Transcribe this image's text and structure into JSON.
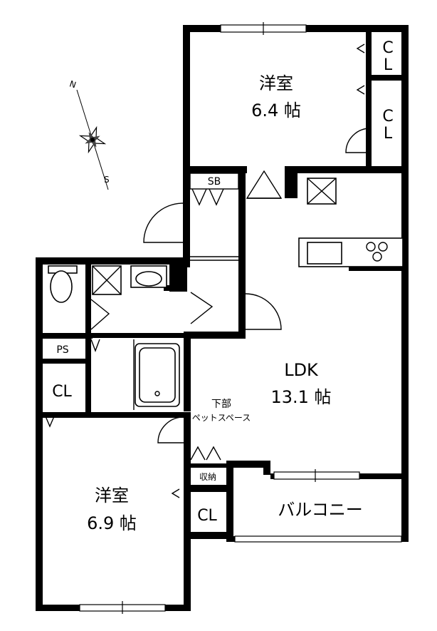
{
  "compass": {
    "north": "N",
    "south": "S"
  },
  "rooms": {
    "western_room_north": {
      "name": "洋室",
      "size": "6.4 帖"
    },
    "western_room_south": {
      "name": "洋室",
      "size": "6.9 帖"
    },
    "ldk": {
      "name": "LDK",
      "size": "13.1 帖"
    }
  },
  "closets": {
    "cl_top_1": [
      "C",
      "L"
    ],
    "cl_top_2": [
      "C",
      "L"
    ],
    "cl_left": "CL",
    "cl_bottom": "CL"
  },
  "labels": {
    "sb": "SB",
    "ps": "PS",
    "pet_space_line1": "下部",
    "pet_space_line2": "ペットスペース",
    "storage": "収納",
    "balcony": "バルコニー"
  }
}
